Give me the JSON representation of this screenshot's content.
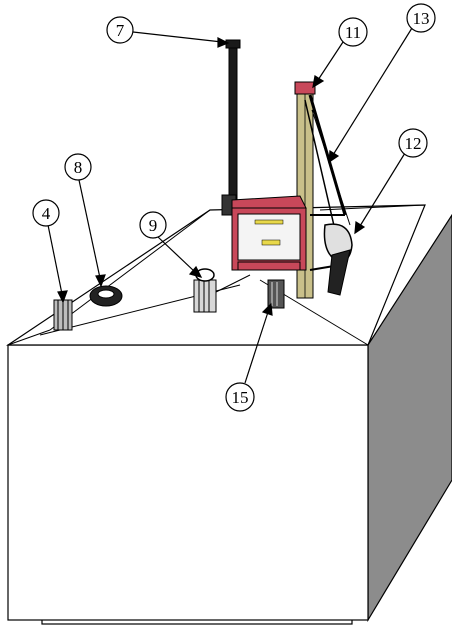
{
  "callouts": [
    {
      "id": "c7",
      "label": "7"
    },
    {
      "id": "c8",
      "label": "8"
    },
    {
      "id": "c4",
      "label": "4"
    },
    {
      "id": "c9",
      "label": "9"
    },
    {
      "id": "c11",
      "label": "11"
    },
    {
      "id": "c13",
      "label": "13"
    },
    {
      "id": "c12",
      "label": "12"
    },
    {
      "id": "c15",
      "label": "15"
    }
  ],
  "colors": {
    "panel_red": "#c8485a",
    "panel_face": "#f4f4f4",
    "mast_tan": "#c9c08a",
    "indicator_yellow": "#e8d84a",
    "box_side_gray": "#8c8c8c",
    "outline": "#000000"
  }
}
